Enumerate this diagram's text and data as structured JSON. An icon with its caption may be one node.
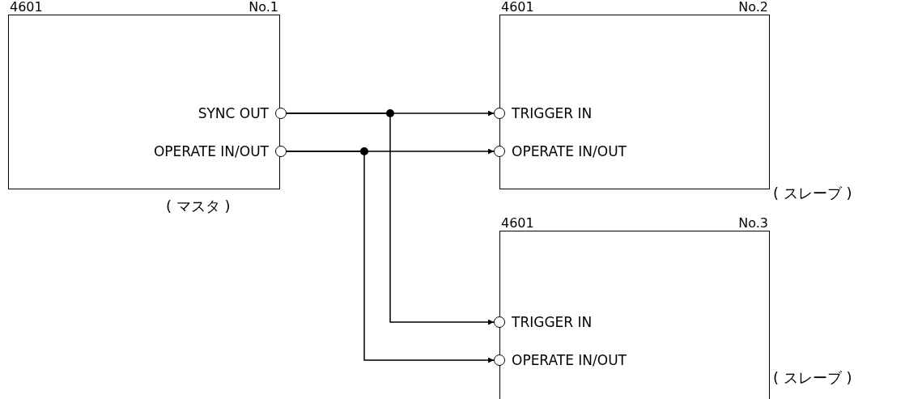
{
  "diagram": {
    "nodes": [
      {
        "text": [
          "4601",
          "No.1"
        ],
        "beside": [
          "( マスタ )"
        ]
      },
      {
        "text": [
          "SYNC OUT"
        ],
        "in": 0
      },
      {
        "text": [
          "OPERATE IN/OUT"
        ],
        "in": 0
      },
      {
        "text": [
          "4601",
          "No.2"
        ],
        "beside": [
          "( スレーブ )"
        ]
      },
      {
        "text": [
          "TRIGGER IN"
        ],
        "in": 3
      },
      {
        "text": [
          "OPERATE IN/OUT"
        ],
        "in": 3
      },
      {
        "text": [
          "4601",
          "No.3"
        ],
        "beside": [
          "( スレーブ )"
        ]
      },
      {
        "text": [
          "TRIGGER IN"
        ],
        "in": 6
      },
      {
        "text": [
          "OPERATE IN/OUT"
        ],
        "in": 6
      }
    ],
    "edges": [
      {
        "from": 1,
        "to": 4,
        "arrow": "to"
      },
      {
        "from": 1,
        "to": 7,
        "arrow": "to"
      },
      {
        "from": 2,
        "to": 5,
        "arrow": "to"
      },
      {
        "from": 2,
        "to": 8,
        "arrow": "to"
      }
    ]
  }
}
